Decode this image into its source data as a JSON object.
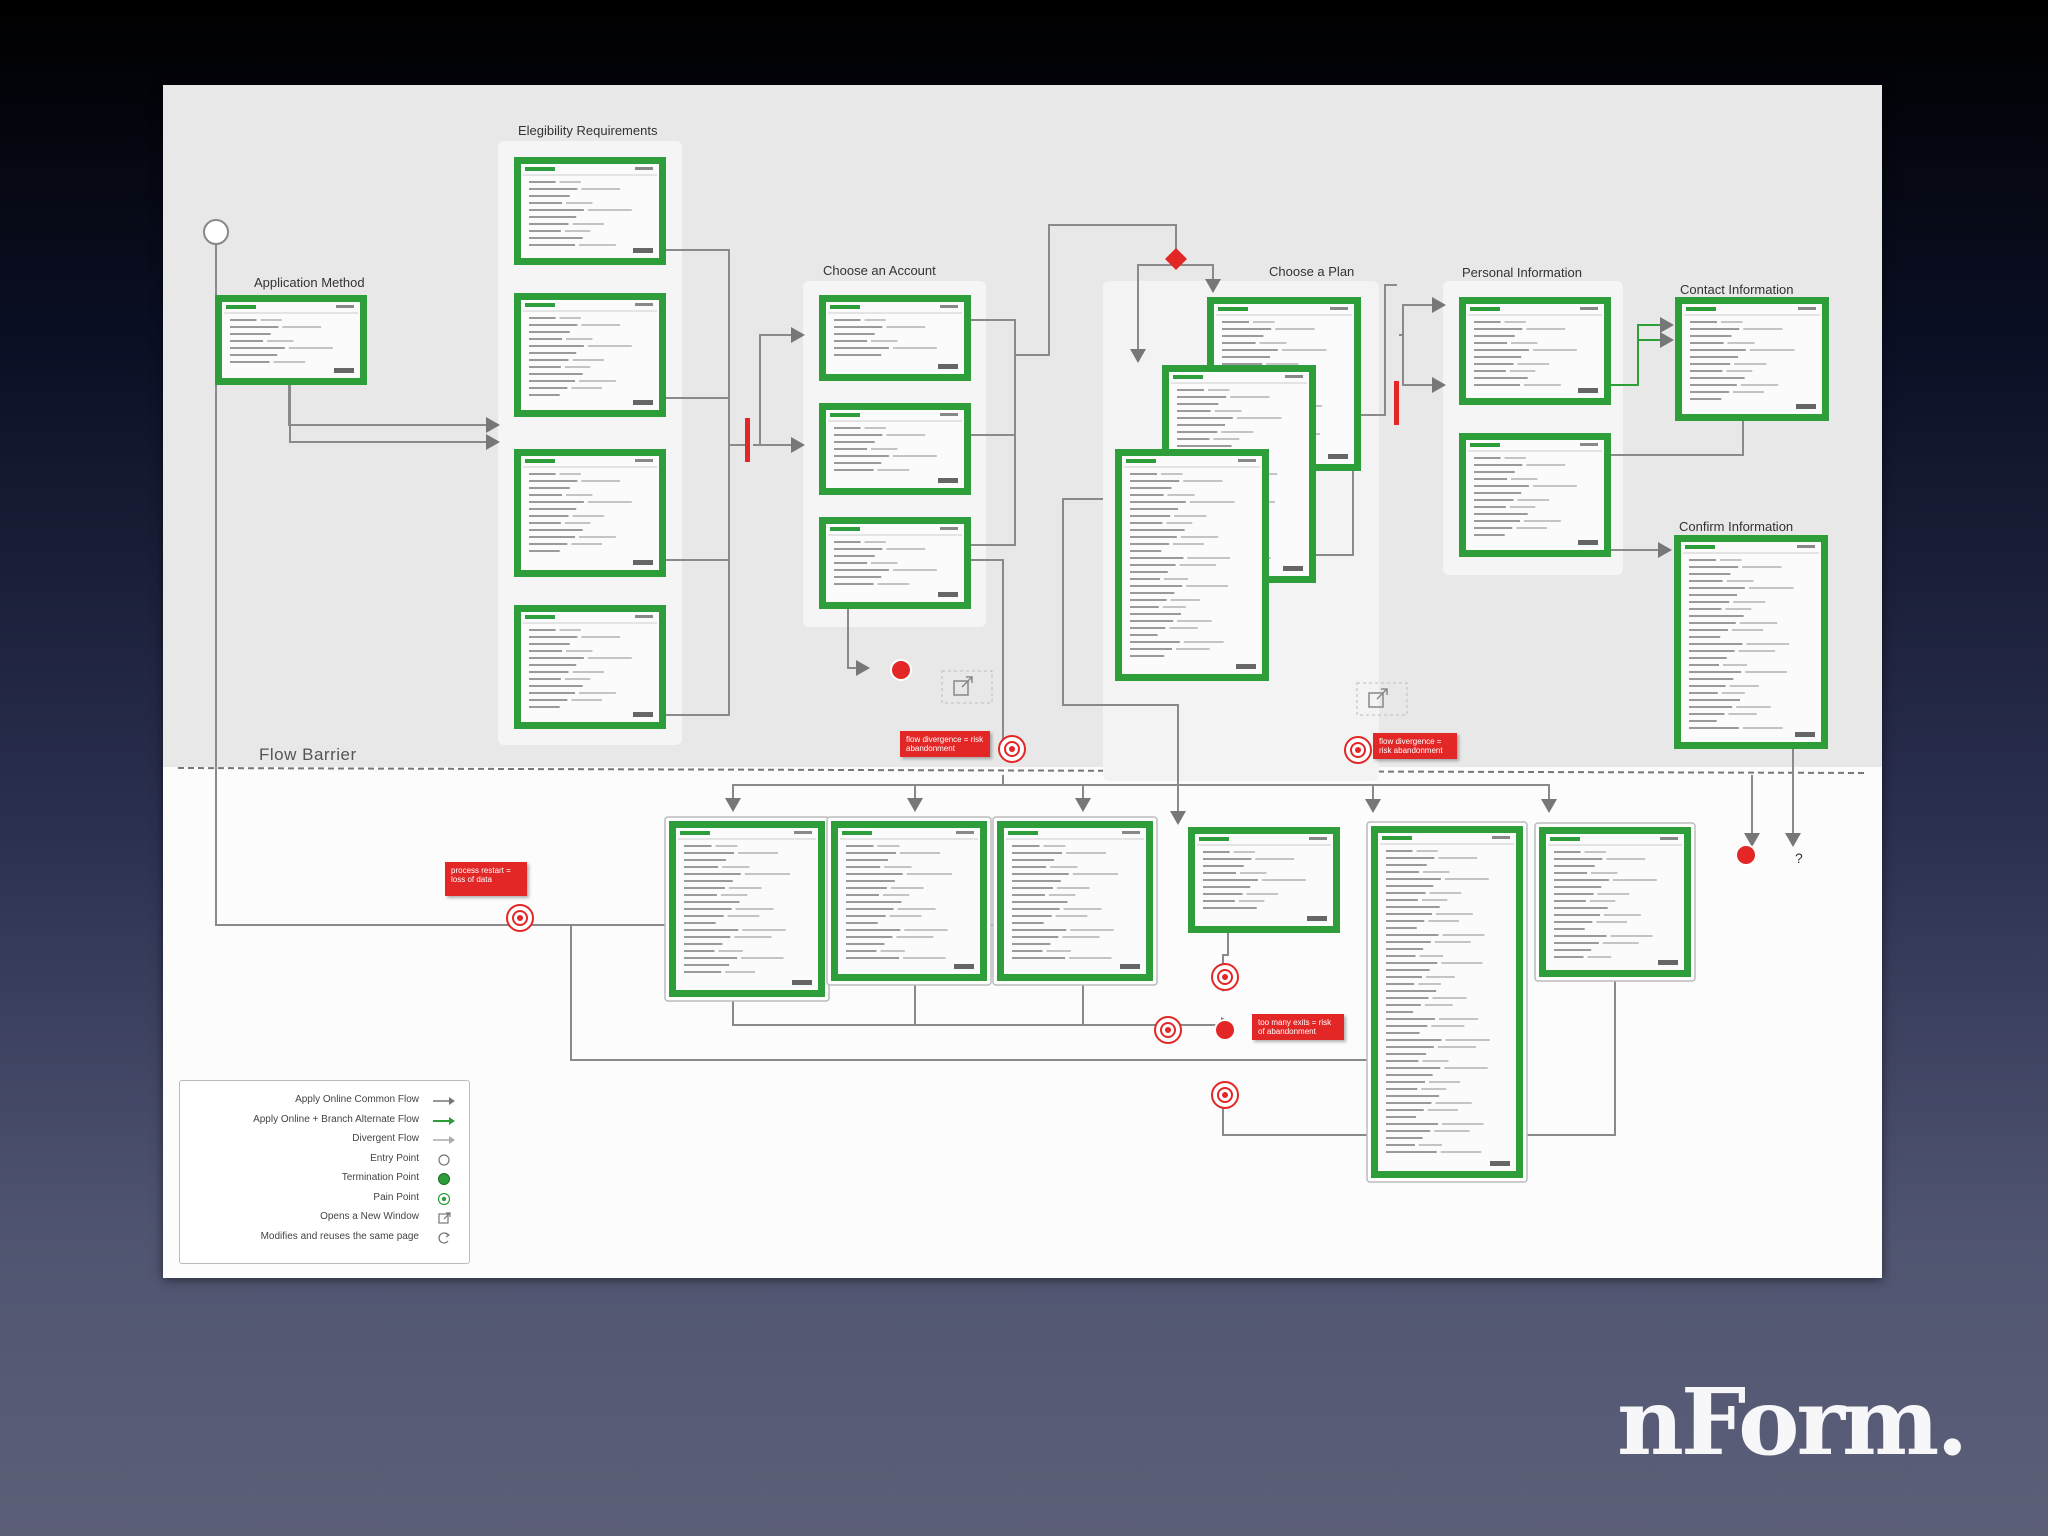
{
  "diagram": {
    "sections": {
      "application_method": "Application Method",
      "eligibility_requirements": "Elegibility Requirements",
      "choose_account": "Choose an Account",
      "choose_plan": "Choose a Plan",
      "personal_information": "Personal Information",
      "contact_information": "Contact Information",
      "confirm_information": "Confirm Information"
    },
    "flow_barrier": "Flow Barrier",
    "pain_points": {
      "divergence_left": "flow divergence = risk abandonment",
      "divergence_right": "flow divergence = risk abandonment",
      "restart": "process restart = loss of data",
      "too_many_exits": "too many exits = risk of abandonment"
    },
    "unknown_endpoint": "?",
    "colors": {
      "screen_frame": "#2e9e3a",
      "pain_point": "#e32626",
      "diamond": "#e32626",
      "background_upper": "#e9e9e9",
      "background_lower": "#fcfcfc"
    }
  },
  "legend": {
    "items": [
      {
        "label": "Apply Online Common Flow",
        "icon": "gray-arrow-icon"
      },
      {
        "label": "Apply Online + Branch Alternate Flow",
        "icon": "green-arrow-icon"
      },
      {
        "label": "Divergent Flow",
        "icon": "light-gray-arrow-icon"
      },
      {
        "label": "Entry Point",
        "icon": "hollow-circle-icon"
      },
      {
        "label": "Termination Point",
        "icon": "green-dot-icon"
      },
      {
        "label": "Pain Point",
        "icon": "target-icon"
      },
      {
        "label": "Opens a New Window",
        "icon": "new-window-icon"
      },
      {
        "label": "Modifies and reuses the same page",
        "icon": "refresh-icon"
      }
    ]
  },
  "brand": {
    "logo_text": "nForm."
  }
}
